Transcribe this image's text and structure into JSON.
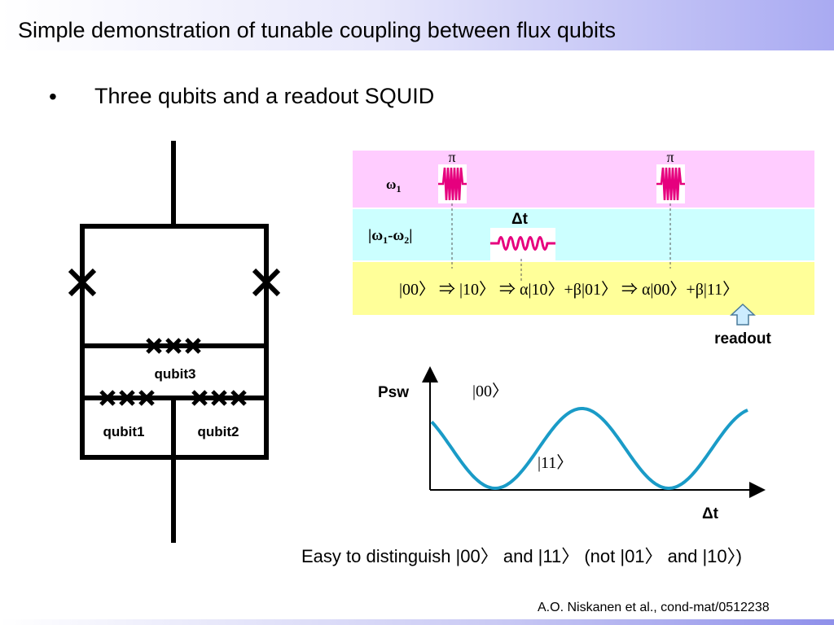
{
  "slide": {
    "title": "Simple demonstration of tunable coupling between flux qubits",
    "bullet_symbol": "•",
    "bullet": "Three qubits and a readout SQUID",
    "conclusion": "Easy to distinguish |00〉 and |11〉   (not |01〉 and |10〉)",
    "citation": "A.O. Niskanen et al., cond-mat/0512238"
  },
  "circuit": {
    "qubit1_label": "qubit1",
    "qubit2_label": "qubit2",
    "qubit3_label": "qubit3"
  },
  "pulse_sequence": {
    "pi_label": "π",
    "row1_omega": "ω",
    "row1_sub": "1",
    "row2_bar": "|",
    "row2_omega1": "ω",
    "row2_sub1": "1",
    "row2_minus": "-",
    "row2_omega2": "ω",
    "row2_sub2": "2",
    "delta_t": "Δt",
    "state_sequence": "|00〉 ⇒ |10〉 ⇒ α|10〉+β|01〉 ⇒ α|00〉+β|11〉",
    "readout_label": "readout",
    "colors": {
      "row1": "#ffccff",
      "row2": "#ccffff",
      "row3": "#ffff99",
      "pulse": "#e6007e",
      "arrow_fill": "#ccecff"
    }
  },
  "graph": {
    "ylabel": "Psw",
    "xlabel": "Δt",
    "peak_label": "|00〉",
    "trough_label": "|11〉",
    "curve_color": "#1a9bc7"
  }
}
